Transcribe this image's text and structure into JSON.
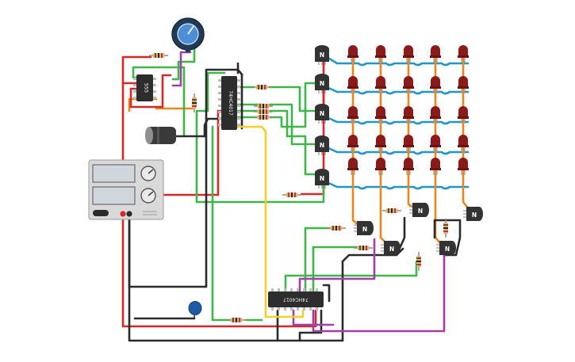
{
  "chips": {
    "timer": {
      "label": "555"
    },
    "counter_top": {
      "label": "74HC4017"
    },
    "counter_bottom": {
      "label": "74HC4017"
    }
  },
  "transistor_label": "N",
  "colors": {
    "wire_red": "#d62828",
    "wire_green": "#3fb54a",
    "wire_black": "#2b2b2b",
    "wire_blue": "#2196c9",
    "wire_orange": "#e8871e",
    "wire_purple": "#a23ea8",
    "wire_yellow": "#f2cf2a",
    "led_red": "#8b1a1a",
    "chip_body": "#2d2d2d",
    "transistor_body": "#333333",
    "resistor_body": "#d8b27a",
    "pot_blue": "#4a8fd8",
    "supply_gray": "#d9d9d9"
  }
}
